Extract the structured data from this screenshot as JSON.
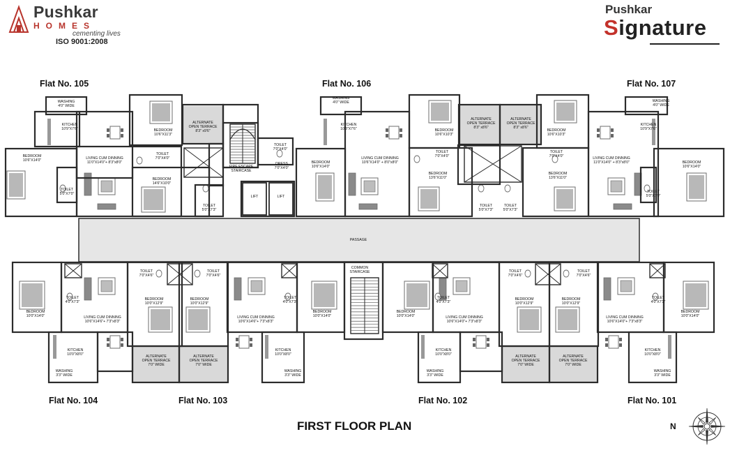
{
  "branding": {
    "left_brand": "Pushkar",
    "left_sub": "HOMES",
    "left_tagline": "cementing lives",
    "left_iso": "ISO 9001:2008",
    "right_top": "Pushkar",
    "right_first": "S",
    "right_rest": "ignature"
  },
  "plan_title": "FIRST FLOOR PLAN",
  "compass_letter": "N",
  "flat_titles": {
    "f105": "Flat No. 105",
    "f106": "Flat No. 106",
    "f107": "Flat No. 107",
    "f104": "Flat No. 104",
    "f103": "Flat No. 103",
    "f102": "Flat No. 102",
    "f101": "Flat No. 101"
  },
  "rooms": [
    {
      "id": "washing-105",
      "lines": [
        "WASHING",
        "4'0\" WIDE"
      ]
    },
    {
      "id": "kitchen-105",
      "lines": [
        "KITCHEN",
        "10'9\"X7'6\""
      ]
    },
    {
      "id": "bedroom-105-a",
      "lines": [
        "BEDROOM",
        "10'6\"X11'3\""
      ]
    },
    {
      "id": "bedroom-105-b",
      "lines": [
        "BEDROOM",
        "10'6\"X14'0\""
      ]
    },
    {
      "id": "living-105",
      "lines": [
        "LIVING CUM DINNING",
        "11'0\"X14'0\"+ 8'3\"x8'0\""
      ]
    },
    {
      "id": "toilet-105-a",
      "lines": [
        "TOILET",
        "7'0\"X4'0\""
      ]
    },
    {
      "id": "toilet-105-b",
      "lines": [
        "TOILET",
        "5'0\"X7'0\""
      ]
    },
    {
      "id": "bedroom-105-c",
      "lines": [
        "BEDROOM",
        "14'6\"X10'0\""
      ]
    },
    {
      "id": "toilet-105-c",
      "lines": [
        "TOILET",
        "5'0\"X7'3\""
      ]
    },
    {
      "id": "terrace-105",
      "lines": [
        "ALTERNATE",
        "OPEN TERRACE",
        "8'3\" x9'6\""
      ]
    },
    {
      "id": "fire-escape",
      "lines": [
        "FIRE ESCAPE",
        "STAIRCASE"
      ]
    },
    {
      "id": "toilet-dress",
      "lines": [
        "TOILET",
        "7'0\"X4'0\""
      ]
    },
    {
      "id": "dress",
      "lines": [
        "DRESS",
        "7'0\"X4'0\""
      ]
    },
    {
      "id": "lift-1",
      "lines": [
        "LIFT"
      ]
    },
    {
      "id": "lift-2",
      "lines": [
        "LIFT"
      ]
    },
    {
      "id": "washing-106",
      "lines": [
        "WASHING",
        "4'0\" WIDE"
      ]
    },
    {
      "id": "kitchen-106",
      "lines": [
        "KITCHEN",
        "10'3\"X7'6\""
      ]
    },
    {
      "id": "bedroom-106-a",
      "lines": [
        "BEDROOM",
        "10'6\"X14'0\""
      ]
    },
    {
      "id": "living-106",
      "lines": [
        "LIVING CUM DINNING",
        "10'6\"X14'0\" + 8'0\"x8'0\""
      ]
    },
    {
      "id": "bedroom-106-b",
      "lines": [
        "BEDROOM",
        "10'6\"X10'3\""
      ]
    },
    {
      "id": "toilet-106-a",
      "lines": [
        "TOILET",
        "7'0\"X4'0\""
      ]
    },
    {
      "id": "bedroom-106-c",
      "lines": [
        "BEDROOM",
        "13'6\"X11'0\""
      ]
    },
    {
      "id": "toilet-106-b",
      "lines": [
        "TOILET",
        "5'0\"X7'3\""
      ]
    },
    {
      "id": "terrace-106",
      "lines": [
        "ALTERNATE",
        "OPEN TERRACE",
        "8'3\" x8'6\""
      ]
    },
    {
      "id": "terrace-107",
      "lines": [
        "ALTERNATE",
        "OPEN TERRACE",
        "8'3\" x8'6\""
      ]
    },
    {
      "id": "bedroom-107-a",
      "lines": [
        "BEDROOM",
        "10'6\"X10'3\""
      ]
    },
    {
      "id": "toilet-107-a",
      "lines": [
        "TOILET",
        "7'0\"X4'0\""
      ]
    },
    {
      "id": "bedroom-107-b",
      "lines": [
        "BEDROOM",
        "13'6\"X11'0\""
      ]
    },
    {
      "id": "toilet-107-b",
      "lines": [
        "TOILET",
        "5'0\"X7'3\""
      ]
    },
    {
      "id": "washing-107",
      "lines": [
        "WASHING",
        "4'0\" WIDE"
      ]
    },
    {
      "id": "kitchen-107",
      "lines": [
        "KITCHEN",
        "10'9\"X7'6\""
      ]
    },
    {
      "id": "living-107",
      "lines": [
        "LIVING CUM DINNING",
        "11'0\"X14'0\" + 8'3\"x8'0\""
      ]
    },
    {
      "id": "bedroom-107-c",
      "lines": [
        "BEDROOM",
        "10'6\"X14'0\""
      ]
    },
    {
      "id": "toilet-107-c",
      "lines": [
        "TOILET",
        "5'0\"X7'0\""
      ]
    },
    {
      "id": "passage",
      "lines": [
        "PASSAGE"
      ]
    },
    {
      "id": "bedroom-104-a",
      "lines": [
        "BEDROOM",
        "10'0\"X14'0\""
      ]
    },
    {
      "id": "toilet-104",
      "lines": [
        "TOILET",
        "4'0\"X7'3\""
      ]
    },
    {
      "id": "living-104",
      "lines": [
        "LIVING CUM DINNING",
        "10'6\"X14'6\"+ 7'3\"x8'3\""
      ]
    },
    {
      "id": "kitchen-104",
      "lines": [
        "KITCHEN",
        "10'0\"X8'0\""
      ]
    },
    {
      "id": "washing-104",
      "lines": [
        "WASHING",
        "3'3\" WIDE"
      ]
    },
    {
      "id": "toilet-103-a",
      "lines": [
        "TOILET",
        "7'0\"X4'6\""
      ]
    },
    {
      "id": "toilet-103-b",
      "lines": [
        "TOILET",
        "7'0\"X4'6\""
      ]
    },
    {
      "id": "bedroom-103-a",
      "lines": [
        "BEDROOM",
        "10'0\"X12'9\""
      ]
    },
    {
      "id": "bedroom-103-b",
      "lines": [
        "BEDROOM",
        "10'0\"X12'9\""
      ]
    },
    {
      "id": "terrace-103-a",
      "lines": [
        "ALTERNATE",
        "OPEN TERRACE",
        "7'0\" WIDE"
      ]
    },
    {
      "id": "terrace-103-b",
      "lines": [
        "ALTERNATE",
        "OPEN TERRACE",
        "7'0\" WIDE"
      ]
    },
    {
      "id": "living-103",
      "lines": [
        "LIVING CUM DINNING",
        "10'6\"X14'6\"+ 7'3\"x8'3\""
      ]
    },
    {
      "id": "toilet-103-c",
      "lines": [
        "TOILET",
        "4'0\"X7'3\""
      ]
    },
    {
      "id": "bedroom-103-c",
      "lines": [
        "BEDROOM",
        "10'0\"X14'0\""
      ]
    },
    {
      "id": "kitchen-103",
      "lines": [
        "KITCHEN",
        "10'0\"X8'0\""
      ]
    },
    {
      "id": "washing-103",
      "lines": [
        "WASHING",
        "3'3\" WIDE"
      ]
    },
    {
      "id": "common-stair",
      "lines": [
        "COMMON",
        "STAIRCASE"
      ]
    },
    {
      "id": "bedroom-102-a",
      "lines": [
        "BEDROOM",
        "10'0\"X14'0\""
      ]
    },
    {
      "id": "toilet-102",
      "lines": [
        "TOILET",
        "4'0\"X7'3\""
      ]
    },
    {
      "id": "living-102",
      "lines": [
        "LIVING CUM DINNING",
        "10'6\"X14'0\"+ 7'3\"x8'3\""
      ]
    },
    {
      "id": "kitchen-102",
      "lines": [
        "KITCHEN",
        "10'0\"X8'0\""
      ]
    },
    {
      "id": "washing-102",
      "lines": [
        "WASHING",
        "3'3\" WIDE"
      ]
    },
    {
      "id": "toilet-101-a",
      "lines": [
        "TOILET",
        "7'0\"X4'6\""
      ]
    },
    {
      "id": "toilet-101-b",
      "lines": [
        "TOILET",
        "7'0\"X4'6\""
      ]
    },
    {
      "id": "bedroom-101-a",
      "lines": [
        "BEDROOM",
        "10'0\"X12'9\""
      ]
    },
    {
      "id": "bedroom-101-b",
      "lines": [
        "BEDROOM",
        "10'0\"X12'9\""
      ]
    },
    {
      "id": "terrace-101-a",
      "lines": [
        "ALTERNATE",
        "OPEN TERRACE",
        "7'0\" WIDE"
      ]
    },
    {
      "id": "terrace-101-b",
      "lines": [
        "ALTERNATE",
        "OPEN TERRACE",
        "7'0\" WIDE"
      ]
    },
    {
      "id": "living-101",
      "lines": [
        "LIVING CUM DINNING",
        "10'6\"X14'0\"+ 7'3\"x8'3\""
      ]
    },
    {
      "id": "toilet-101-c",
      "lines": [
        "TOILET",
        "4'0\"X7'3\""
      ]
    },
    {
      "id": "bedroom-101-c",
      "lines": [
        "BEDROOM",
        "10'0\"X14'0\""
      ]
    },
    {
      "id": "kitchen-101",
      "lines": [
        "KITCHEN",
        "10'0\"X8'0\""
      ]
    },
    {
      "id": "washing-101",
      "lines": [
        "WASHING",
        "3'3\" WIDE"
      ]
    }
  ],
  "colors": {
    "wall": "#2b2b2b",
    "passage": "#e6e6e6",
    "terrace": "#d9d9d9",
    "accent_red": "#c3322b",
    "furniture": "#6c6c6c"
  }
}
